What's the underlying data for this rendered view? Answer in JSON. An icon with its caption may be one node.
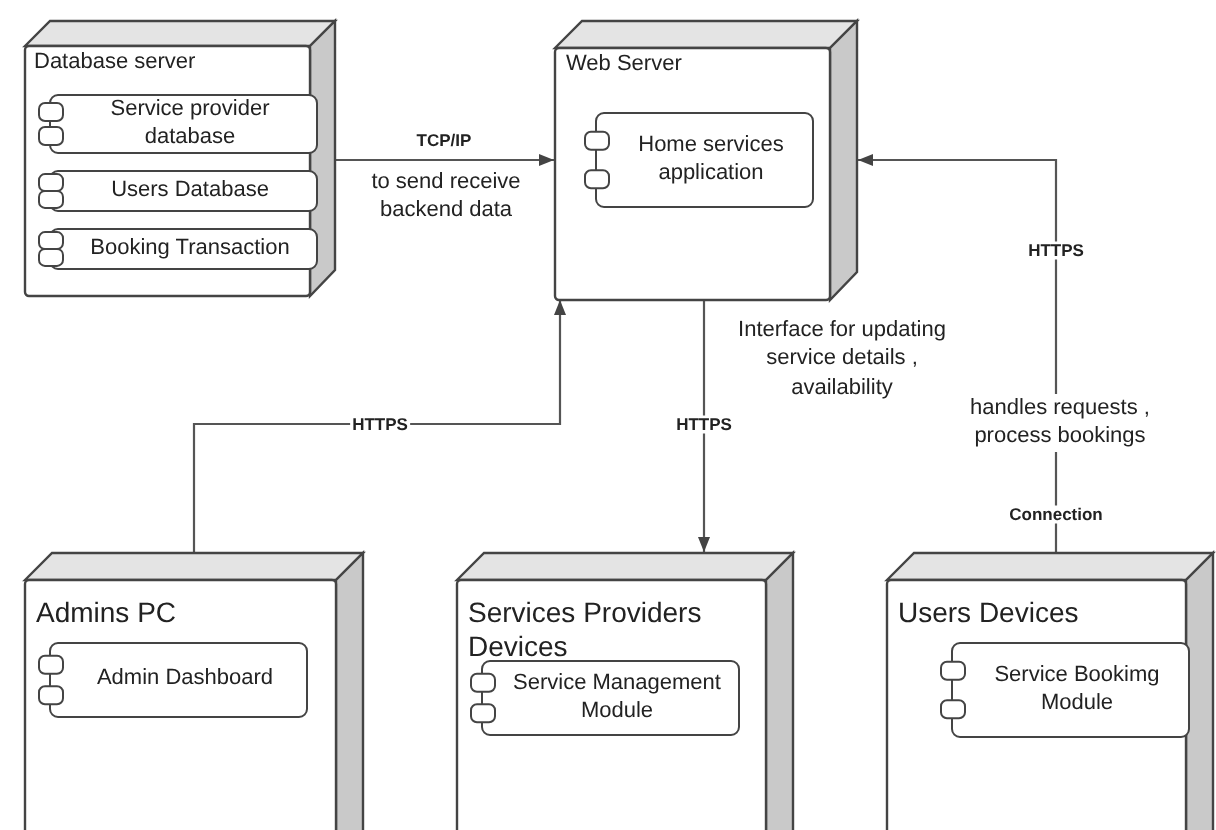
{
  "diagram": {
    "nodes": [
      {
        "text": [
          "Database server"
        ]
      },
      {
        "text": [
          "Service provider database"
        ],
        "in": 0
      },
      {
        "text": [
          "Users Database"
        ],
        "in": 0
      },
      {
        "text": [
          "Booking Transaction"
        ],
        "in": 0
      },
      {
        "text": [
          "Web Server"
        ]
      },
      {
        "text": [
          "Home services application"
        ],
        "in": 4
      },
      {
        "text": [
          "Admins PC"
        ]
      },
      {
        "text": [
          "Admin Dashboard"
        ],
        "in": 6
      },
      {
        "text": [
          "Services Providers Devices"
        ]
      },
      {
        "text": [
          "Service Management Module"
        ],
        "in": 8
      },
      {
        "text": [
          "Users Devices"
        ]
      },
      {
        "text": [
          "Service Bookimg Module"
        ],
        "in": 10
      }
    ],
    "edges": [
      {
        "from": 0,
        "to": 4,
        "arrow": "to",
        "label": "TCP/IP"
      },
      {
        "from": 6,
        "to": 4,
        "arrow": "to",
        "label": "HTTPS"
      },
      {
        "from": 4,
        "to": 8,
        "arrow": "to",
        "label": "HTTPS"
      },
      {
        "from": 10,
        "to": 4,
        "arrow": "to",
        "label": "HTTPS"
      }
    ],
    "labels": [
      "to send receive backend data",
      "Interface for updating service details , availability",
      "handles  requests , process bookings",
      "Connection"
    ]
  }
}
